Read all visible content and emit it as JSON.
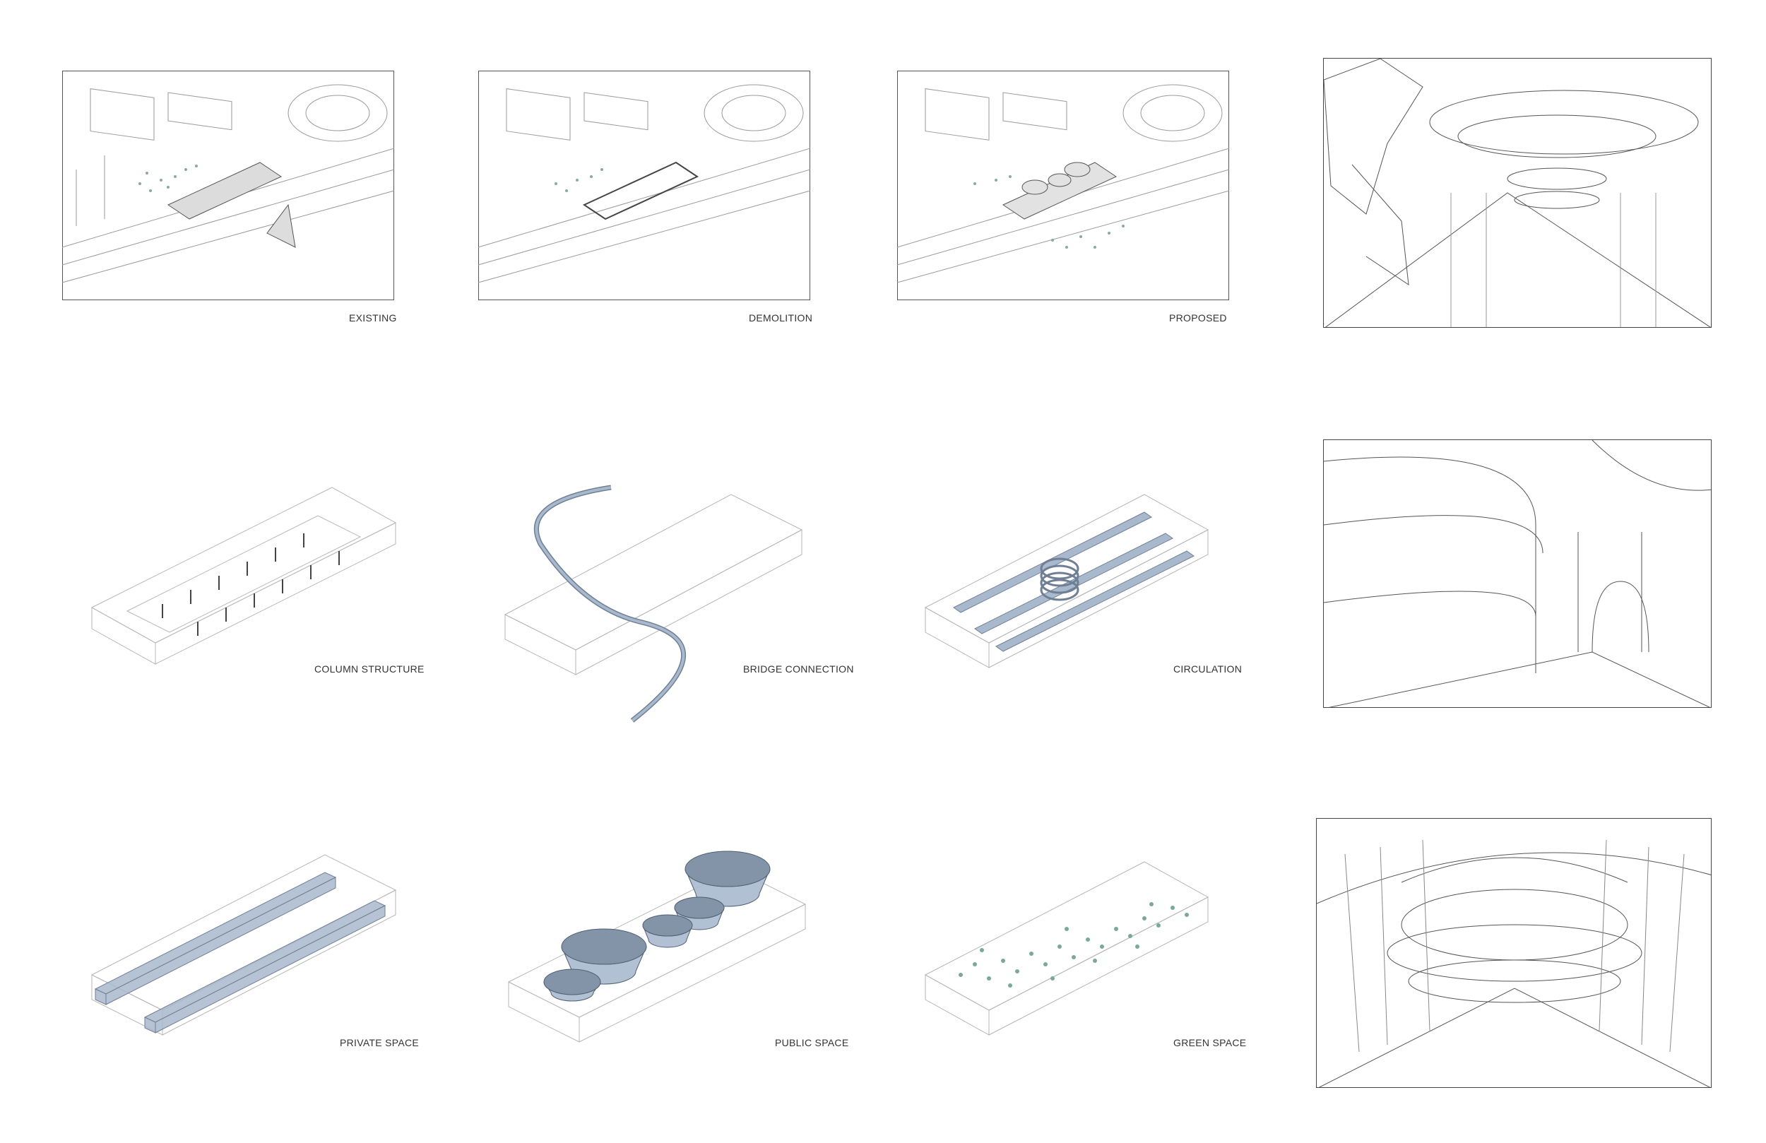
{
  "site_plans": [
    {
      "label": "EXISTING"
    },
    {
      "label": "DEMOLITION"
    },
    {
      "label": "PROPOSED"
    }
  ],
  "axonometrics": [
    {
      "label": "COLUMN STRUCTURE"
    },
    {
      "label": "BRIDGE CONNECTION"
    },
    {
      "label": "CIRCULATION"
    },
    {
      "label": "PRIVATE SPACE"
    },
    {
      "label": "PUBLIC SPACE"
    },
    {
      "label": "GREEN SPACE"
    }
  ],
  "colors": {
    "line": "#555555",
    "light_line": "#b5b5b5",
    "accent_blue": "#a9b9cd",
    "accent_blue_dark": "#6f7f94",
    "tree_green": "#7aa89a"
  }
}
